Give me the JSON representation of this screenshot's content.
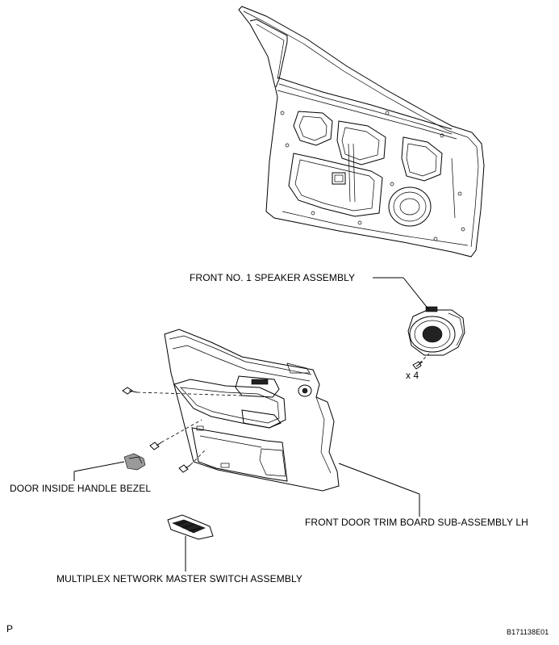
{
  "labels": {
    "speaker": "FRONT NO. 1 SPEAKER ASSEMBLY",
    "speaker_qty": "x 4",
    "bezel": "DOOR INSIDE HANDLE BEZEL",
    "trim_board": "FRONT DOOR TRIM BOARD SUB-ASSEMBLY LH",
    "master_switch": "MULTIPLEX NETWORK MASTER SWITCH ASSEMBLY"
  },
  "footer": {
    "left_mark": "P",
    "figure_code": "B171138E01"
  },
  "icons": [
    "door-panel-icon",
    "speaker-icon",
    "screw-icon",
    "trim-board-icon",
    "handle-bezel-icon",
    "master-switch-icon"
  ]
}
